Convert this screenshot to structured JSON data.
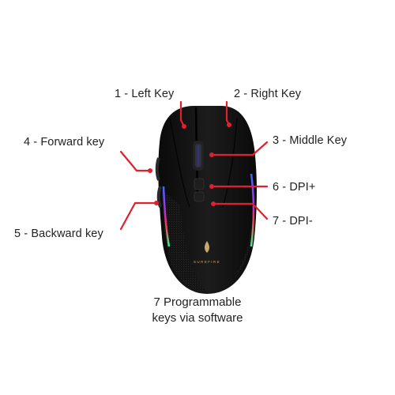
{
  "diagram": {
    "labels": {
      "left_key": "1 - Left Key",
      "right_key": "2 - Right Key",
      "middle_key": "3 - Middle Key",
      "forward_key": "4 - Forward key",
      "backward_key": "5 - Backward key",
      "dpi_plus": "6 - DPI+",
      "dpi_minus": "7 - DPI-"
    },
    "caption": {
      "line1": "7 Programmable",
      "line2": "keys via software"
    },
    "brand_logo_text": "SUREFIRE",
    "colors": {
      "pointer": "#e0202c",
      "mouse_body": "#111111",
      "text": "#222222"
    }
  }
}
